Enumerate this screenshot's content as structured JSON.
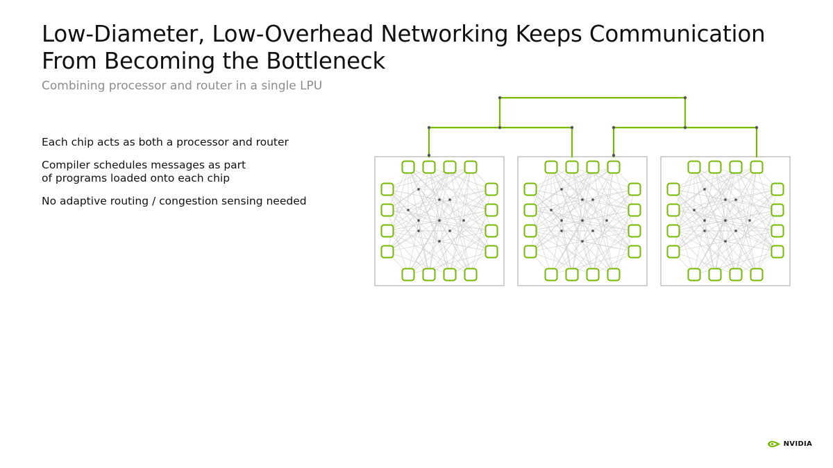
{
  "slide": {
    "title": "Low-Diameter, Low-Overhead Networking Keeps Communication From Becoming the Bottleneck",
    "subtitle": "Combining processor and router in a single LPU",
    "bullets": [
      "Each chip acts as both a processor and router",
      "Compiler schedules messages as part\nof programs loaded onto each chip",
      "No adaptive routing / congestion sensing needed"
    ]
  },
  "diagram": {
    "chip_count": 3,
    "colors": {
      "link": "#76b900",
      "port": "#76b900",
      "chip_border": "#b8b8b8",
      "mesh": "#c4c4c4",
      "node": "#4a4a4a",
      "junction": "#555555"
    }
  },
  "logo": {
    "text": "NVIDIA",
    "icon": "nvidia-eye-icon",
    "color": "#76b900"
  }
}
